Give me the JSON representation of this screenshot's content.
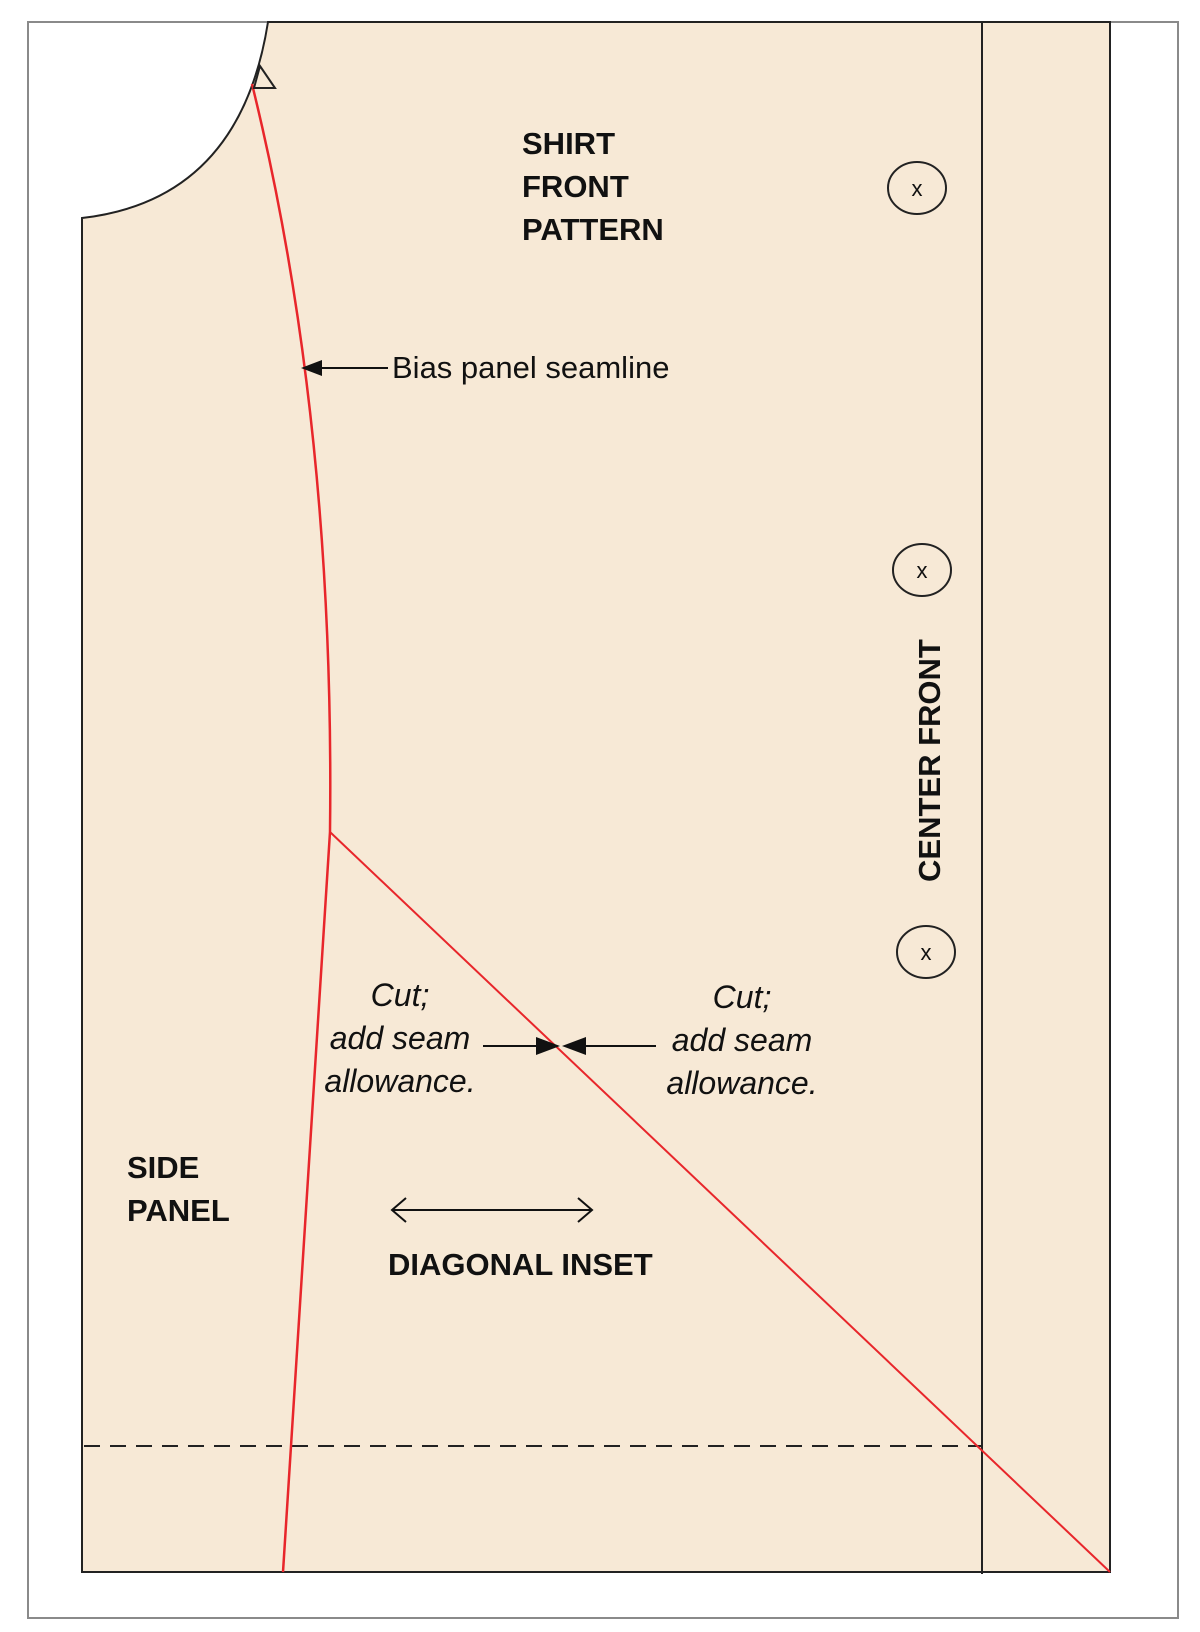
{
  "labels": {
    "shirt_front": [
      "SHIRT",
      "FRONT",
      "PATTERN"
    ],
    "bias_panel_seamline": "Bias panel seamline",
    "center_front": "CENTER FRONT",
    "cut_note_left": [
      "Cut;",
      "add seam",
      "allowance."
    ],
    "cut_note_right": [
      "Cut;",
      "add seam",
      "allowance."
    ],
    "side_panel": [
      "SIDE",
      "PANEL"
    ],
    "diagonal_inset": "DIAGONAL INSET"
  },
  "buttons": [
    {
      "mark": "x"
    },
    {
      "mark": "x"
    },
    {
      "mark": "x"
    }
  ],
  "colors": {
    "pattern_fill": "#f7e9d6",
    "outline": "#222222",
    "seamline": "#e8262b",
    "page_border": "#8a8a8a"
  }
}
